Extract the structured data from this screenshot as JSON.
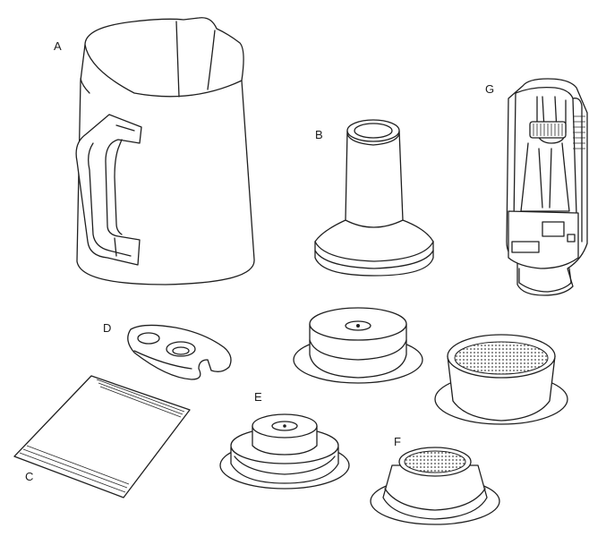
{
  "labels": {
    "a": "A",
    "b": "B",
    "c": "C",
    "d": "D",
    "e": "E",
    "f": "F",
    "g": "G"
  },
  "icons": {
    "a": "milk-jug-icon",
    "b": "tamper-icon",
    "c": "cleaning-tablet-pouch-icon",
    "d": "cleaning-disc-tool-icon",
    "e": "pressurized-filter-basket-icon",
    "f": "single-wall-filter-basket-icon",
    "g": "water-filter-holder-icon"
  }
}
